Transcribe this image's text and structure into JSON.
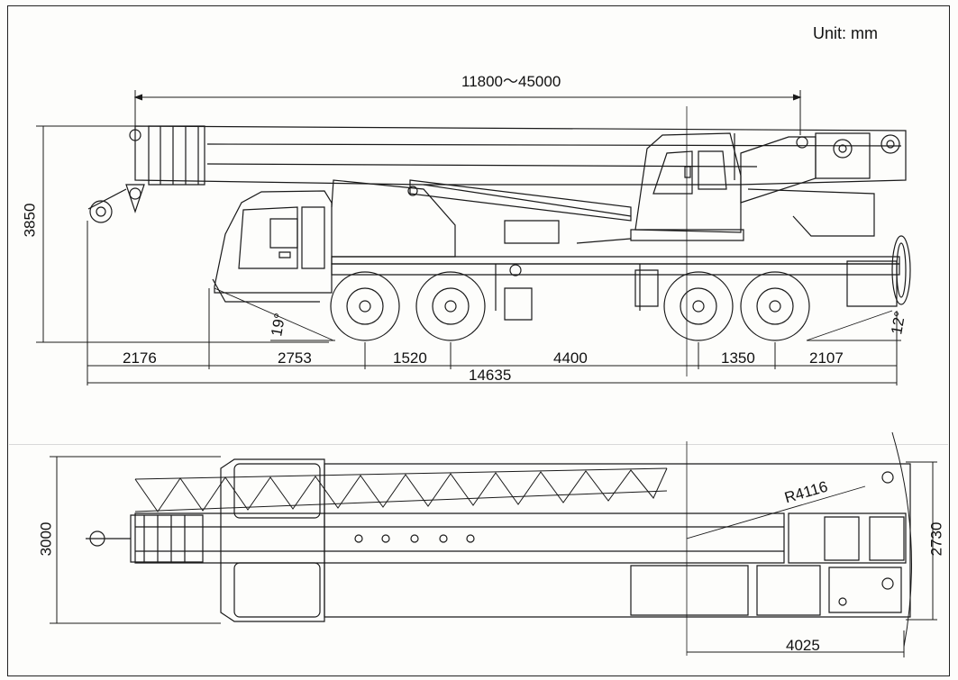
{
  "unit_label": "Unit: mm",
  "side_view": {
    "boom_length": "11800～45000",
    "overall_height": "3850",
    "approach_angle": "19°",
    "departure_angle": "12°",
    "segments": [
      "2176",
      "2753",
      "1520",
      "4400",
      "1350",
      "2107"
    ],
    "overall_length": "14635"
  },
  "top_view": {
    "overall_width": "3000",
    "carrier_width": "2730",
    "swing_radius": "R4116",
    "tail_length": "4025"
  }
}
